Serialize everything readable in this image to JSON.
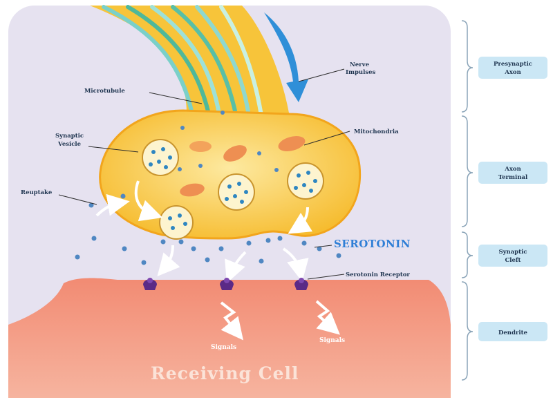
{
  "labels": {
    "nerve_impulses": [
      "Nerve",
      "Impulses"
    ],
    "microtubule": "Microtubule",
    "synaptic_vesicle": [
      "Synaptic",
      "Vesicle"
    ],
    "mitochondria": "Mitochondria",
    "reuptake": "Reuptake",
    "serotonin": "SEROTONIN",
    "serotonin_receptor": "Serotonin Receptor",
    "signals": [
      "Signals",
      "Signals"
    ],
    "receiving_cell": "Receiving Cell"
  },
  "sections": [
    {
      "id": "presynaptic-axon",
      "lines": [
        "Presynaptic",
        "Axon"
      ]
    },
    {
      "id": "axon-terminal",
      "lines": [
        "Axon",
        "Terminal"
      ]
    },
    {
      "id": "synaptic-cleft",
      "lines": [
        "Synaptic",
        "Cleft"
      ]
    },
    {
      "id": "dendrite",
      "lines": [
        "Dendrite"
      ]
    }
  ],
  "colors": {
    "background_panel": "#e6e2f0",
    "axon_yellow": "#f7c43a",
    "axon_light": "#fde9a0",
    "receiving_cell": "#f08a72",
    "serotonin_blue": "#2f7fd6",
    "receptor_purple": "#5b2a86"
  }
}
